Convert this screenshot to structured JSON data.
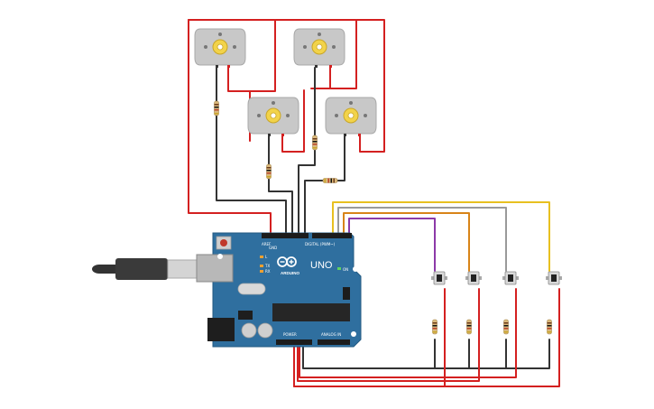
{
  "board": {
    "brand": "ARDUINO",
    "model": "UNO",
    "digital_label": "DIGITAL (PWM~)",
    "power_label": "POWER",
    "analog_label": "ANALOG IN",
    "on_label": "ON",
    "l_label": "L",
    "tx_label": "TX",
    "rx_label": "RX",
    "aref_label": "AREF",
    "gnd_label": "GND"
  },
  "colors": {
    "board": "#2f6f9f",
    "wire_red": "#d42020",
    "wire_black": "#333333",
    "wire_yellow": "#e8c020",
    "wire_gray": "#9a9a9a",
    "wire_orange": "#d88418",
    "wire_purple": "#8c3aa8",
    "motor_body": "#c8c8c8",
    "motor_hub": "#f2d34a"
  },
  "components": {
    "motors": [
      "motor",
      "motor",
      "motor",
      "motor"
    ],
    "buttons": [
      "pushbutton",
      "pushbutton",
      "pushbutton",
      "pushbutton"
    ],
    "usb": "usb-cable"
  }
}
